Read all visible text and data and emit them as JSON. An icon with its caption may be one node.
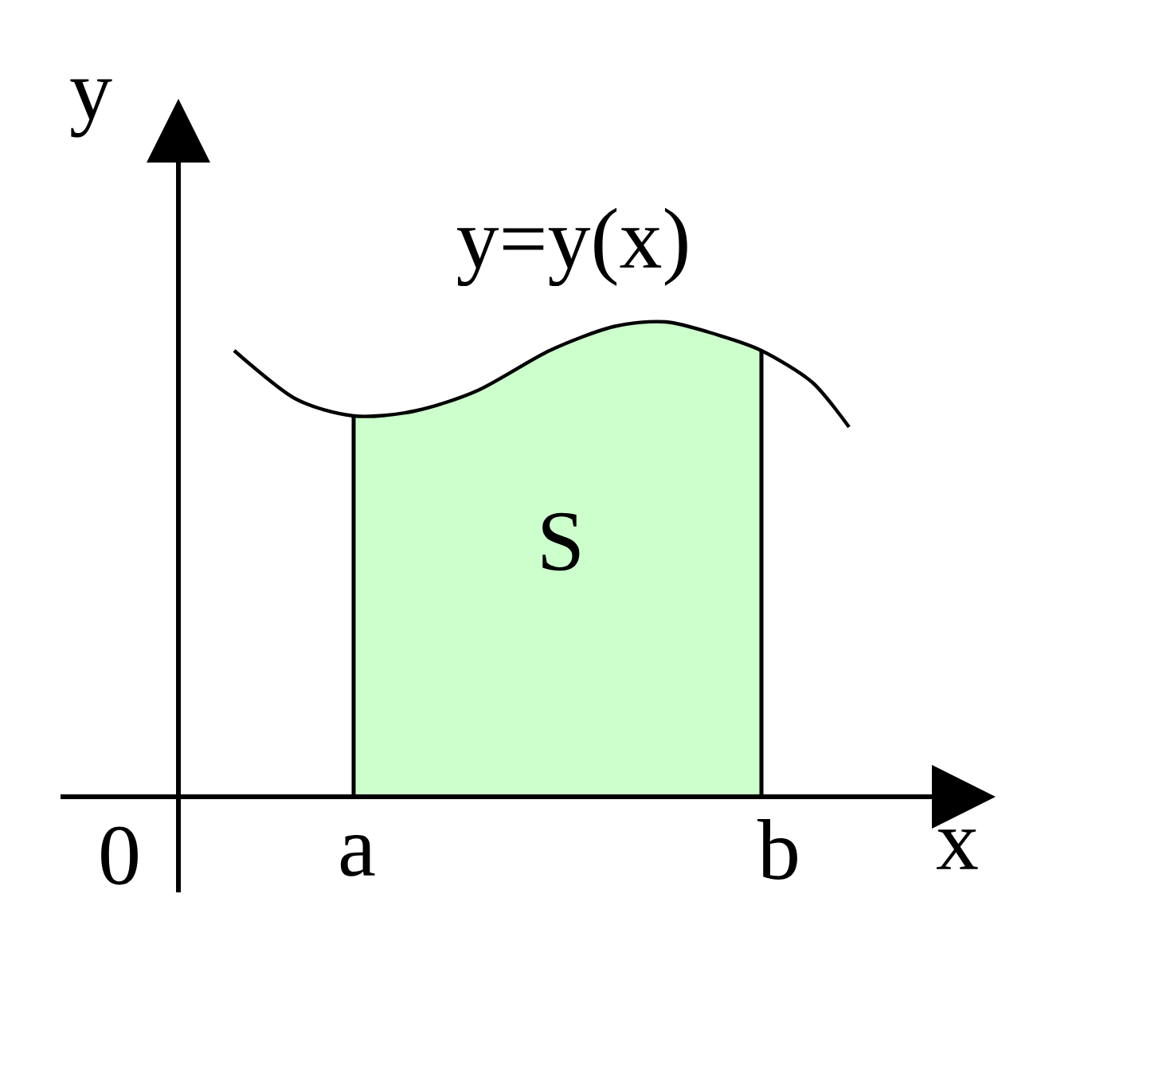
{
  "diagram": {
    "nodes": [
      {
        "text": [
          "S"
        ]
      }
    ],
    "labels": [
      "y",
      "y=y(x)",
      "0",
      "a",
      "b",
      "x"
    ]
  }
}
